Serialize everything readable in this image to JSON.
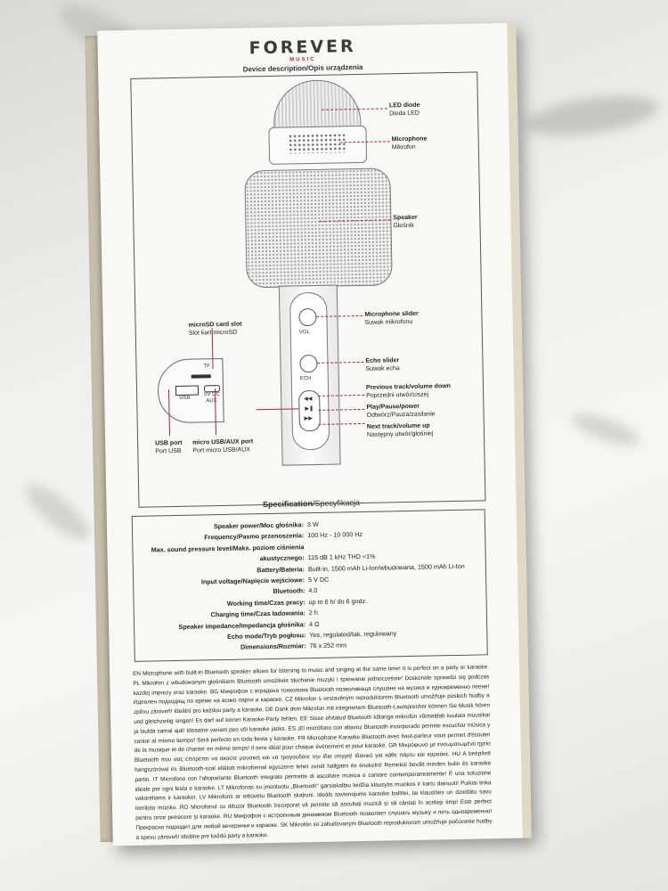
{
  "brand": {
    "name": "FOREVER",
    "sub": "MUSIC"
  },
  "device_title": "Device description/Opis urządzenia",
  "labels": {
    "led": [
      "LED diode",
      "Dioda LED"
    ],
    "mic": [
      "Microphone",
      "Mikrofon"
    ],
    "speaker": [
      "Speaker",
      "Głośnik"
    ],
    "microsd": [
      "microSD card slot",
      "Slot kart microSD"
    ],
    "mic_slider": [
      "Microphone slider",
      "Suwak mikrofonu"
    ],
    "echo_slider": [
      "Echo slider",
      "Suwak echa"
    ],
    "prev": [
      "Previous track/volume down",
      "Poprzedni utwór/ciszej"
    ],
    "play": [
      "Play/Pause/power",
      "Odtwórz/Pauza/zasilanie"
    ],
    "next": [
      "Next track/volume up",
      "Następny utwór/głośniej"
    ],
    "usb": [
      "USB port",
      "Port USB"
    ],
    "microusb": [
      "micro USB/AUX port",
      "Port micro USB/AUX"
    ]
  },
  "tiny": {
    "vol": "VOL",
    "ech": "ECH",
    "tf": "TF",
    "usb": "USB",
    "dc": "5V DC",
    "aux": "AUX"
  },
  "spec_title": {
    "a": "Specification",
    "b": "/Specyfikacja"
  },
  "specs": [
    {
      "k": "Speaker power/Moc głośnika:",
      "v": "3 W"
    },
    {
      "k": "Frequency/Pasmo przenoszenia:",
      "v": "100 Hz - 10 000 Hz"
    },
    {
      "k": "Max. sound pressure level/Maks. poziom ciśnienia",
      "v": ""
    },
    {
      "k": "akustycznego:",
      "v": "115 dB 1 kHz THD <1%"
    },
    {
      "k": "Battery/Bateria:",
      "v": "Built-in, 1500 mAh Li-Ion/wbudowana, 1500 mAh Li-Ion"
    },
    {
      "k": "Input voltage/Napięcie wejściowe:",
      "v": "5 V DC"
    },
    {
      "k": "Bluetooth:",
      "v": "4.0"
    },
    {
      "k": "Working time/Czas pracy:",
      "v": "up to 6 h/ do 6 godz."
    },
    {
      "k": "Charging time/Czas ładowania:",
      "v": "2 h"
    },
    {
      "k": "Speaker impedance/Impedancja głośnika:",
      "v": "4 Ω"
    },
    {
      "k": "Echo mode/Tryb pogłosu:",
      "v": "Yes, regulated/tak, regulowany"
    },
    {
      "k": "Dimensions/Rozmiar:",
      "v": "76 x 252 mm"
    }
  ],
  "paragraph": "EN Microphone with built-in Bluetooth speaker allows for listening to music and singing at the same time! It is perfect on a party or karaoke. PL Mikrofon z wbudowanym głośnikiem Bluetooth umożliwia słuchanie muzyki i śpiewanie jednocześnie! Doskonale sprawdzi się podczas każdej imprezy oraz karaoke. BG Микрофон с вградена тонколона Bluetooth позволяваща слушане на музика и едновременно пеене! Идеален подходящ по време на всяко парти и караоке. CZ Mikrofon s vestavěným reproduktorem Bluetooth umožňuje poslech hudby a zpěvu zároveň! Ideální pro každou party a karaoke. DE Dank dem Mikrofon mit integriertem Bluetooth-Lautsprecher können Sie Musik hören und gleichzeitig singen! Es darf auf keiner Karaoke-Party fehlen. EE Sisse ehitatud Bluetooth kõlariga mikrofon võimaldab kuulata muusikat ja laulda samal ajal! Ideaalne variant peo või karaoke jaoks. ES ¡El micrófono con altavoz Bluetooth incorporado permite escuchar música y cantar al mismo tiempo! Será perfecto en toda fiesta y karaoke. FR Microphone Karaoke Bluetooth avec haut-parleur vous permet d'écouter de la musique et de chanter en même temps! Il sera idéal pour chaque événement et pour karaoké. GR Μικρόφωνο με ενσωματωμένο ηχείο Bluetooth που σας επιτρέπει να ακούτε μουσική και να τραγουδάτε την ίδια στιγμή! Ιδανικό για κάθε πάρτυ και καραόκε. HU A beépített hangszóróval és Bluetooth-szal ellátott mikrofonnal egyszerre lehet zenét hallgatni és énekelni! Remekül bevált minden bulin és karaoke partin. IT Microfono con l'altoparlante Bluetooth integrato permette di ascoltare musica e cantare contemporaneamente! È una soluzione ideale per ogni festa e karaoke. LT Mikrofonas su įmontuotu „Bluetooth\" garsiakalbiu leidžia klausytis muzikos ir kartu dainuoti! Puikiai tinka vakarėliams ir karaokei. LV Mikrofons ar iebūvētu Bluetooth skaļruni. Ideāls savienojums karaoke ballītei, lai klausīties un dziedātu savu iemīļoto mūziku. RO Microfonul cu difuzor Bluetooth încorporat vă permite să ascultați muzică și să cântați în acelaşi timp! Este perfect pentru orice petrecere și karaoke. RU Микрофон с встроенным динамиком Bluetooth позволяет слушать музыку и петь одновременно! Прекрасно подходит для любой вечеринки и караоке. SK Mikrofón so zabudovaným Bluetooth reproduktorom umožňuje počúvanie hudby a spevu zároveň! Ideálne pre každú party a karaoke."
}
